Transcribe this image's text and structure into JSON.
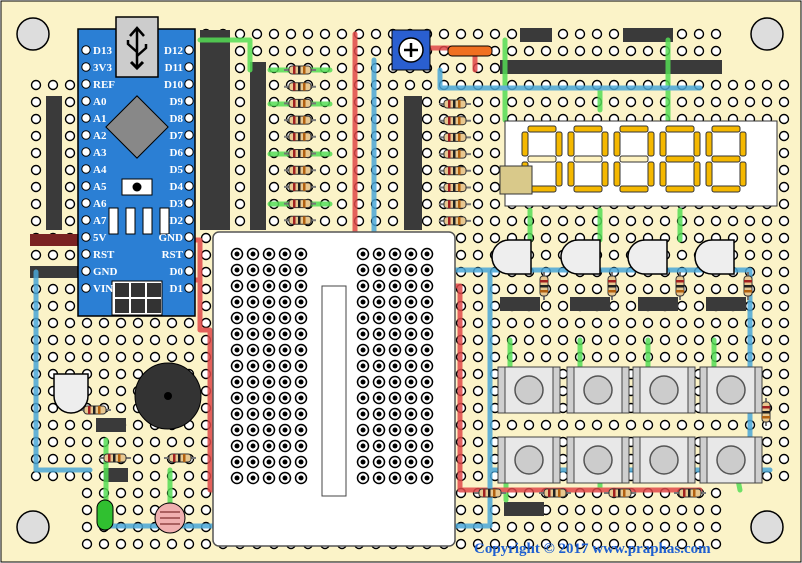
{
  "arduino": {
    "left_pins": [
      "D13",
      "3V3",
      "REF",
      "A0",
      "A1",
      "A2",
      "A3",
      "A4",
      "A5",
      "A6",
      "A7",
      "5V",
      "RST",
      "GND",
      "VIN"
    ],
    "right_pins": [
      "D12",
      "D11",
      "D10",
      "D9",
      "D8",
      "D7",
      "D6",
      "D5",
      "D4",
      "D3",
      "D2",
      "GND",
      "RST",
      "D0",
      "D1"
    ]
  },
  "display": {
    "digits": [
      "0",
      "0",
      "0",
      "8",
      "8"
    ]
  },
  "copyright": "Copyright © 2017 www.praphas.com",
  "colors": {
    "board": "#fbf3c8",
    "arduino": "#2b7fd4",
    "wire_green": "#55dd55",
    "wire_red": "#e04848",
    "wire_blue": "#4aa7d8",
    "segment": "#f5b800",
    "copyright": "#1e5fd0"
  }
}
